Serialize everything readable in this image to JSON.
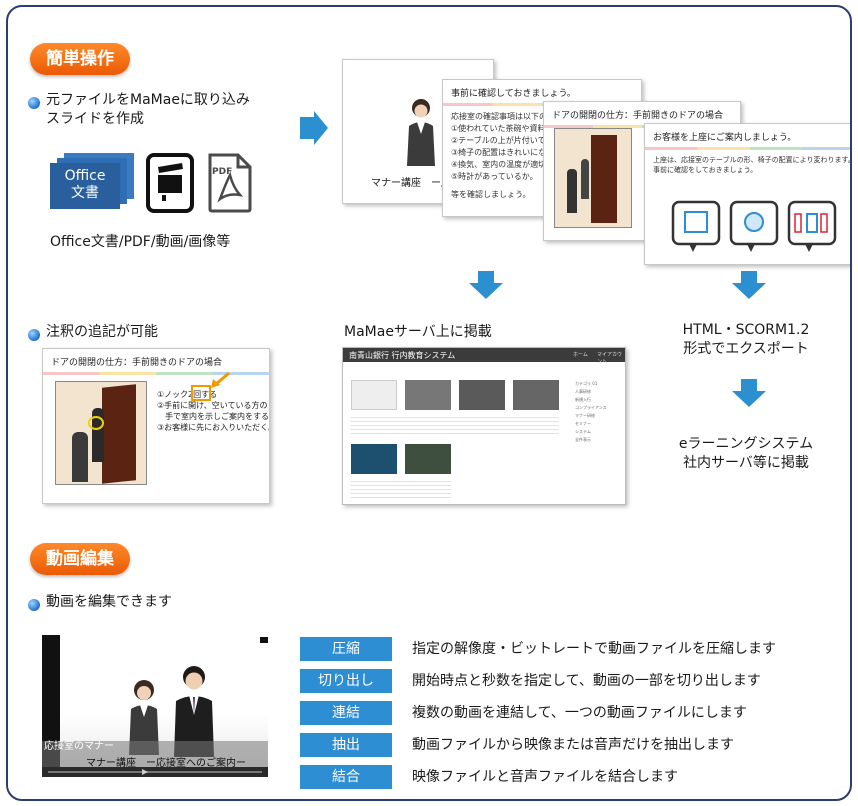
{
  "section1": {
    "pill": "簡単操作",
    "bullet1": [
      "元ファイルをMaMaeに取り込み",
      "スライドを作成"
    ],
    "office_icon_line1": "Office",
    "office_icon_line2": "文書",
    "pdf_badge": "PDF",
    "formats_caption": "Office文書/PDF/動画/画像等",
    "bullet2": "注釈の追記が可能",
    "mamae_caption": "MaMaeサーバ上に掲載",
    "export_caption": [
      "HTML・SCORM1.2",
      "形式でエクスポート"
    ],
    "elearning_caption": [
      "eラーニングシステム",
      "社内サーバ等に掲載"
    ]
  },
  "slides": {
    "s1_caption": "マナー講座　ー応",
    "s2_title": "事前に確認しておきましょう。",
    "s2_body": [
      "応接室の確認事項は以下の通り",
      "①使われていた茶碗や資料が置い",
      "②テーブルの上が片付いているか",
      "③椅子の配置はきれいになってい",
      "④換気、室内の温度が適切か。",
      "⑤時計があっているか。",
      "",
      "等を確認しましょう。"
    ],
    "s3_title": "ドアの開閉の仕方：手前開きのドアの場合",
    "s4_title": "お客様を上座にご案内しましょう。",
    "s4_body": [
      "上座は、応接室のテーブルの形、椅子の配置により変わります。",
      "事前に確認をしておきましょう。"
    ],
    "annot_title": "ドアの開閉の仕方：手前開きのドアの場合",
    "annot_steps": [
      "①ノック2回する",
      "②手前に開け、空いている方の",
      "　手で室内を示しご案内をする。",
      "③お客様に先にお入りいただく。"
    ]
  },
  "portal": {
    "title": "南青山銀行 行内教育システム",
    "nav": [
      "ホーム",
      "マイアカウント"
    ],
    "side_items": [
      "カテゴリ 01",
      "人事研修",
      "新規入行",
      "コンプライアンス",
      "マナー研修",
      "セミナー",
      "システム",
      "全件表示"
    ]
  },
  "section2": {
    "pill": "動画編集",
    "bullet": "動画を編集できます",
    "video_subtitle": "応接室のマナー",
    "video_caption": "マナー講座　ー応接室へのご案内ー",
    "features": [
      {
        "label": "圧縮",
        "text": "指定の解像度・ビットレートで動画ファイルを圧縮します"
      },
      {
        "label": "切り出し",
        "text": "開始時点と秒数を指定して、動画の一部を切り出します"
      },
      {
        "label": "連結",
        "text": "複数の動画を連結して、一つの動画ファイルにします"
      },
      {
        "label": "抽出",
        "text": "動画ファイルから映像または音声だけを抽出します"
      },
      {
        "label": "結合",
        "text": "映像ファイルと音声ファイルを結合します"
      }
    ]
  },
  "colors": {
    "accent_orange": "#ee6a0c",
    "accent_blue": "#2e8ed3",
    "frame": "#2b3e6e"
  }
}
